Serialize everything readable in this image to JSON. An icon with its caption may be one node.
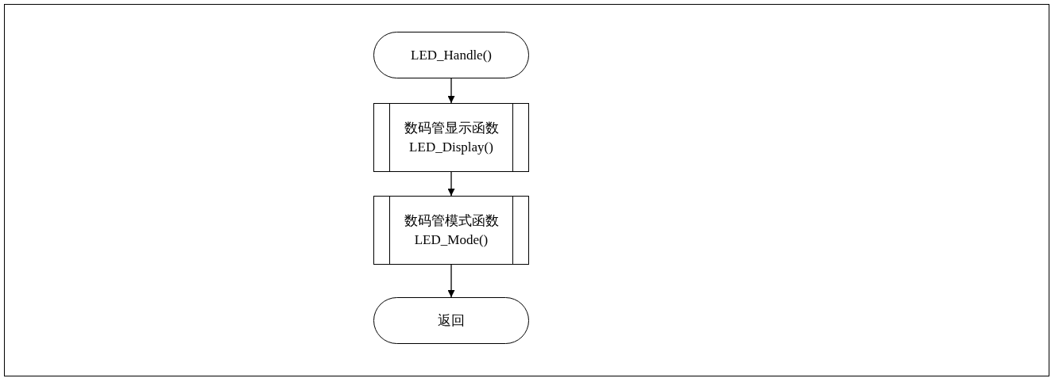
{
  "diagram": {
    "nodes": [
      {
        "text": [
          "LED_Handle()"
        ]
      },
      {
        "text": [
          "数码管显示函数 LED_Display()"
        ]
      },
      {
        "text": [
          "数码管模式函数 LED_Mode()"
        ]
      },
      {
        "text": [
          "返回"
        ]
      }
    ],
    "edges": [
      {
        "from": 0,
        "to": 1,
        "arrow": "to"
      },
      {
        "from": 1,
        "to": 2,
        "arrow": "to"
      },
      {
        "from": 2,
        "to": 3,
        "arrow": "to"
      }
    ]
  }
}
